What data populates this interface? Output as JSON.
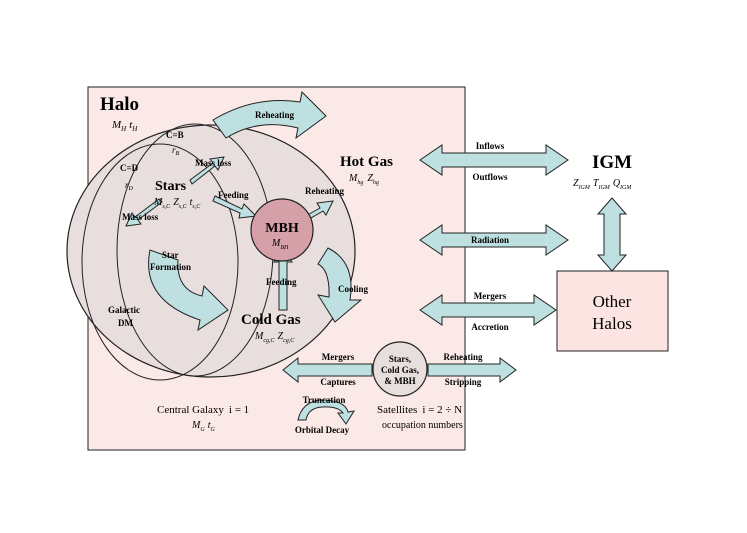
{
  "colors": {
    "halo_fill": "#fbe9e7",
    "galaxy_fill": "#e8dedd",
    "mbh_fill": "#d6a0a8",
    "arrow_fill": "#bfe0e0",
    "other_halos_fill": "#fbe4e2",
    "stroke": "#222222"
  },
  "halo": {
    "title": "Halo",
    "vars": "M",
    "sub_h": "H",
    "t": "t",
    "sub_t": "H"
  },
  "regions": {
    "cb": "C=B",
    "rb": "r",
    "rb_sub": "B",
    "cd": "C=D",
    "rd": "r",
    "rd_sub": "D"
  },
  "stars": {
    "title": "Stars",
    "m": "M",
    "m_sub": "s,C",
    "z": "Z",
    "z_sub": "s,C",
    "t": "t",
    "t_sub": "s,C"
  },
  "mbh": {
    "title": "MBH",
    "m": "M",
    "m_sub": "BH"
  },
  "hot_gas": {
    "title": "Hot Gas",
    "m": "M",
    "m_sub": "hg",
    "z": "Z",
    "z_sub": "hg"
  },
  "cold_gas": {
    "title": "Cold Gas",
    "m": "M",
    "m_sub": "cg,C",
    "z": "Z",
    "z_sub": "cg,C"
  },
  "igm": {
    "title": "IGM",
    "z": "Z",
    "z_sub": "IGM",
    "t": "T",
    "t_sub": "IGM",
    "q": "Q",
    "q_sub": "IGM"
  },
  "other_halos": {
    "line1": "Other",
    "line2": "Halos"
  },
  "labels": {
    "reheating_top": "Reheating",
    "mass_loss_1": "Mass loss",
    "mass_loss_2": "Mass loss",
    "feeding_1": "Feeding",
    "feeding_2": "Feeding",
    "reheating_mid": "Reheating",
    "star_formation_1": "Star",
    "star_formation_2": "Formation",
    "cooling": "Cooling",
    "galactic_1": "Galactic",
    "galactic_2": "DM",
    "inflows": "Inflows",
    "outflows": "Outflows",
    "radiation": "Radiation",
    "mergers_right": "Mergers",
    "accretion": "Accretion",
    "mergers_bottom": "Mergers",
    "captures": "Captures",
    "reheating_bottom": "Reheating",
    "stripping": "Stripping",
    "sat_1": "Stars,",
    "sat_2": "Cold Gas,",
    "sat_3": "& MBH",
    "truncation": "Truncation",
    "orbital_decay": "Orbital Decay"
  },
  "central_galaxy": {
    "label": "Central Galaxy",
    "index": "i = 1",
    "m": "M",
    "m_sub": "G",
    "t": "t",
    "t_sub": "G"
  },
  "satellites": {
    "label": "Satellites",
    "index": "i = 2 ÷ N",
    "note": "occupation numbers"
  }
}
